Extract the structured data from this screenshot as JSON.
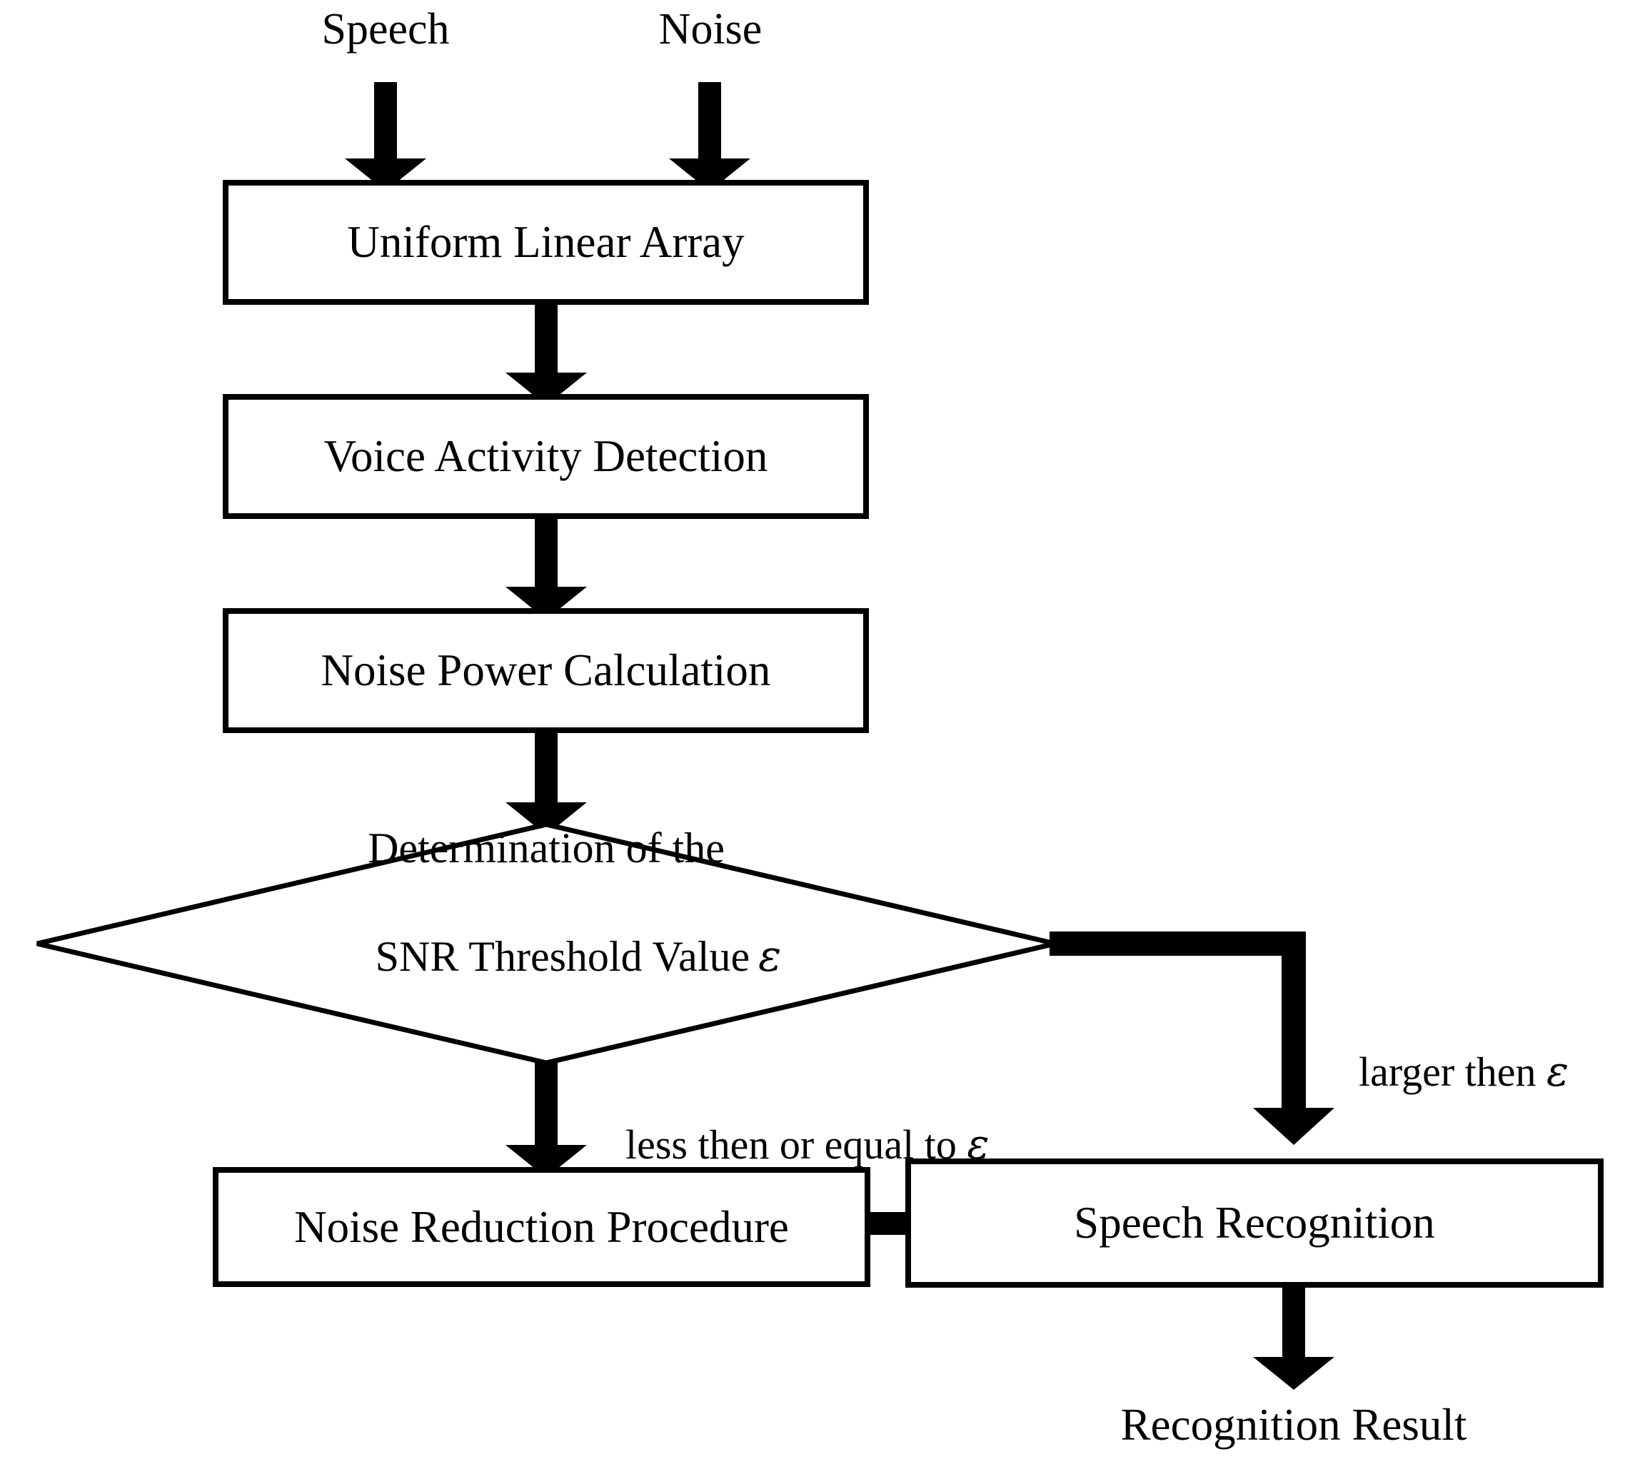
{
  "diagram": {
    "title": "Speech enhancement and recognition flowchart",
    "background_color": "#ffffff",
    "stroke_color": "#000000",
    "inputs": [
      {
        "id": "speech",
        "label": "Speech"
      },
      {
        "id": "noise",
        "label": "Noise"
      }
    ],
    "nodes": [
      {
        "id": "uniform-linear-array",
        "shape": "rectangle",
        "label": "Uniform Linear Array"
      },
      {
        "id": "voice-activity-detection",
        "shape": "rectangle",
        "label": "Voice Activity Detection"
      },
      {
        "id": "noise-power-calculation",
        "shape": "rectangle",
        "label": "Noise Power Calculation"
      },
      {
        "id": "snr-threshold-decision",
        "shape": "diamond",
        "label_line1": "Determination of the",
        "label_line2": "SNR Threshold Value",
        "label_symbol": "ε"
      },
      {
        "id": "noise-reduction-procedure",
        "shape": "rectangle",
        "label": "Noise Reduction Procedure"
      },
      {
        "id": "speech-recognition",
        "shape": "rectangle",
        "label": "Speech Recognition"
      }
    ],
    "edge_labels": [
      {
        "id": "branch-less-or-equal",
        "text": "less then or equal to ",
        "symbol": "ε"
      },
      {
        "id": "branch-larger",
        "text": "larger then ",
        "symbol": "ε"
      }
    ],
    "outputs": [
      {
        "id": "recognition-result",
        "label": "Recognition Result"
      }
    ]
  }
}
